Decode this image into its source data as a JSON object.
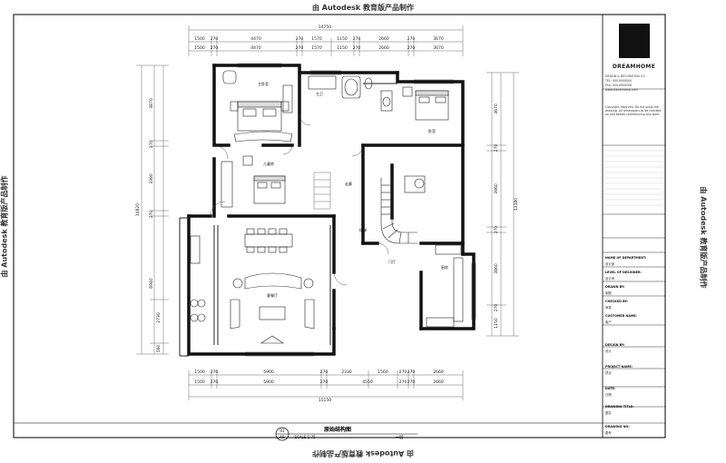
{
  "stamp_text": "由 Autodesk 教育版产品制作",
  "dimensions": {
    "total_top": "14750",
    "top_row_1": [
      "1500",
      "270",
      "4470",
      "270",
      "1570",
      "1150",
      "270",
      "2660",
      "270",
      "3670"
    ],
    "top_row_2": [
      "1500",
      "270",
      "4470",
      "270",
      "1570",
      "1150",
      "270",
      "2660",
      "270",
      "3670"
    ],
    "bottom_row_1": [
      "1500",
      "270",
      "5900",
      "270",
      "2330",
      "1560",
      "270",
      "270",
      "2660"
    ],
    "bottom_row_2": [
      "1500",
      "270",
      "5900",
      "270",
      "4550",
      "270",
      "270",
      "2660"
    ],
    "total_bottom": "15150",
    "left_total": "14820",
    "left_values": [
      "3870",
      "270",
      "3380",
      "270",
      "6940",
      "2730",
      "560"
    ],
    "right_total": "13380",
    "right_values": [
      "3670",
      "270",
      "3960",
      "270",
      "3860",
      "270",
      "1150"
    ]
  },
  "rooms": {
    "master": "主卧室",
    "bath": "主卫",
    "bedroom2": "卧室",
    "bedroom3": "儿童房",
    "corridor": "走廊",
    "living": "客餐厅",
    "foyer": "门厅",
    "kitchen": "厨房",
    "stair": "楼梯"
  },
  "title": {
    "number": "01",
    "sheet": "AR",
    "name": "原始结构图",
    "scale": "SCALE 1:75",
    "floor": "一层"
  },
  "titleblock": {
    "brand": "DREAMHOME",
    "address_lines": [
      "DESIGN & DECORATION CO.",
      "TEL: 000-0000000",
      "FAX: 000-0000000",
      "www.dreamhome.com"
    ],
    "notes": "Copyright reserved. Do not scale the drawing. All dimensions to be checked on site before commencing any work.",
    "fields": [
      {
        "label": "NAME OF DEPARTMENT:",
        "value": "设计部"
      },
      {
        "label": "LEVEL OF DESIGNER:",
        "value": "设计师"
      },
      {
        "label": "DRAWN BY:",
        "value": "制图"
      },
      {
        "label": "CHECKED BY:",
        "value": "审核"
      },
      {
        "label": "CUSTOMER NAME:",
        "value": "客户"
      },
      {
        "label": "DESIGN BY:",
        "value": "设计"
      },
      {
        "label": "PROJECT NAME:",
        "value": "项目"
      },
      {
        "label": "DATE:",
        "value": "日期"
      },
      {
        "label": "DRAWING TITLE:",
        "value": "图名"
      },
      {
        "label": "DRAWING NO:",
        "value": "图号"
      }
    ]
  }
}
